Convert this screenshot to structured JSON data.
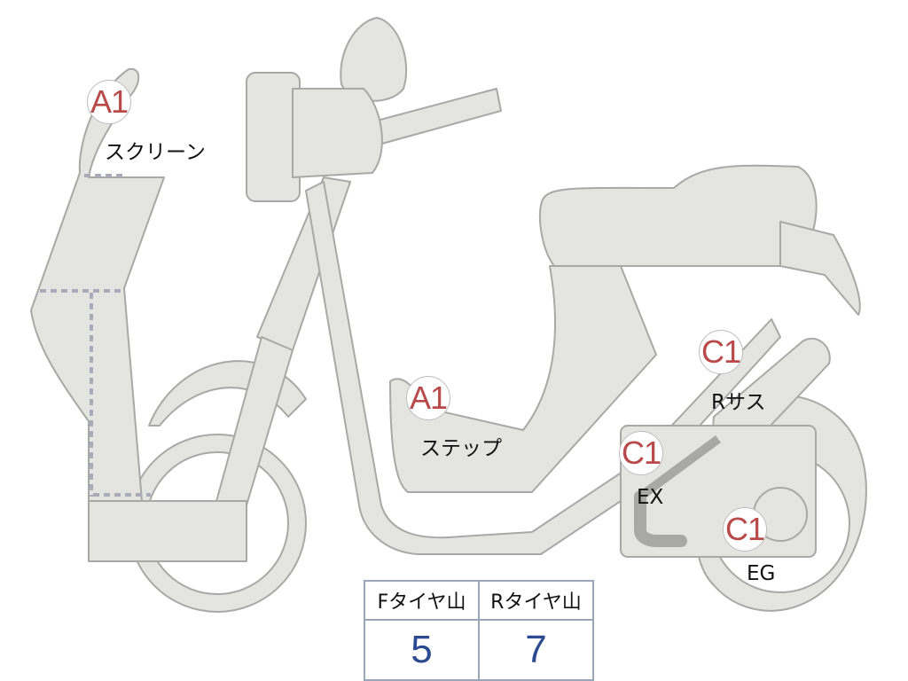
{
  "parts": [
    {
      "code": "A1",
      "label": "スクリーン"
    },
    {
      "code": "A1",
      "label": "ステップ"
    },
    {
      "code": "C1",
      "label": "Rサス"
    },
    {
      "code": "C1",
      "label": "EX"
    },
    {
      "code": "C1",
      "label": "EG"
    }
  ],
  "tire_table": {
    "headers": [
      "Fタイヤ山",
      "Rタイヤ山"
    ],
    "values": [
      "5",
      "7"
    ]
  },
  "colors": {
    "body_fill": "#e4e4e0",
    "body_stroke": "#a8a8a4",
    "badge_text": "#b84a4a",
    "value_text": "#2b4a8f",
    "table_border": "#9aa7b8",
    "dotted_line": "#a9acb8"
  }
}
